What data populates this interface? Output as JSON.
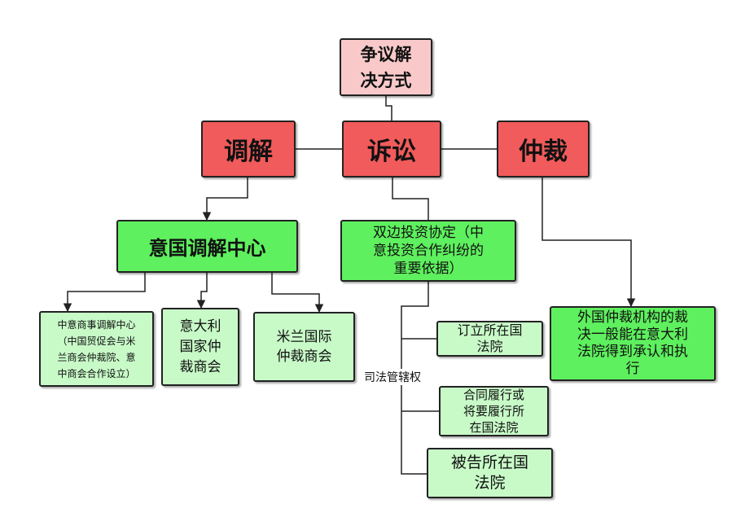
{
  "root": "争议解\n决方式",
  "methods": {
    "mediation": "调解",
    "litigation": "诉讼",
    "arbitration": "仲裁"
  },
  "mediation_center": "意国调解中心",
  "bilateral_agreement": "双边投资协定（中\n意投资合作纠纷的\n重要依据）",
  "foreign_award": "外国仲裁机构的裁\n决一般能在意大利\n法院得到承认和执\n行",
  "mediation_children": [
    "中意商事调解中心\n（中国贸促会与米\n兰商会仲裁院、意\n中商会合作设立）",
    "意大利\n国家仲\n裁商会",
    "米兰国际\n仲裁商会"
  ],
  "jurisdiction_label": "司法管辖权",
  "jurisdiction_children": [
    "订立所在国\n法院",
    "合同履行或\n将要履行所\n在国法院",
    "被告所在国\n法院"
  ],
  "colors": {
    "root": "#f9c9c9",
    "method": "#f15b5b",
    "level2": "#5ef05e",
    "leaf": "#c8fac8"
  }
}
